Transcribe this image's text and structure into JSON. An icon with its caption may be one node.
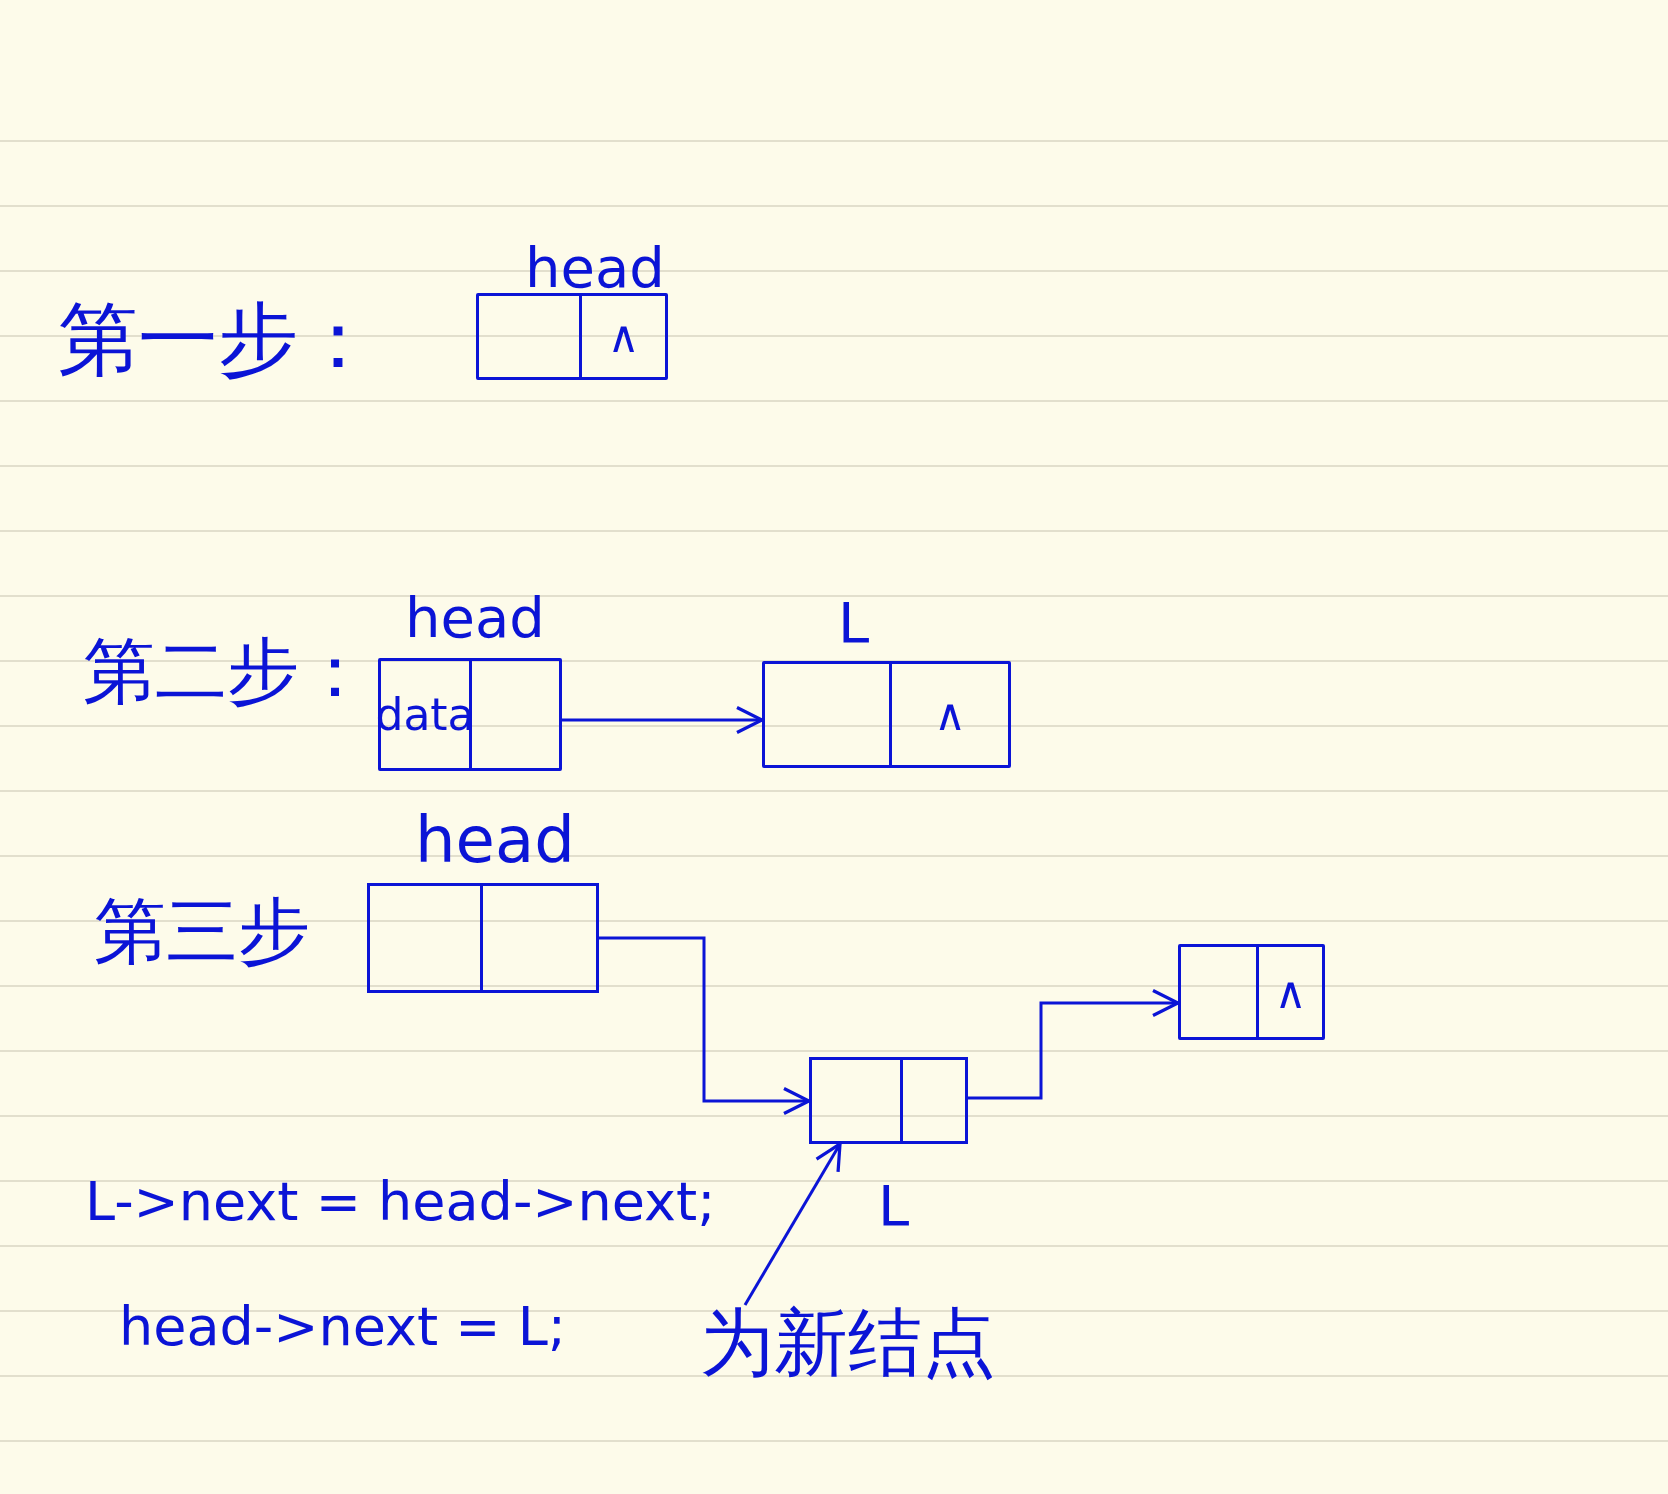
{
  "diagram": {
    "nodes": [
      {
        "text": [
          "∧"
        ],
        "beside": [
          "head"
        ]
      },
      {
        "text": [
          "data"
        ],
        "beside": [
          "head"
        ]
      },
      {
        "text": [
          "∧"
        ],
        "beside": [
          "L"
        ]
      },
      {
        "text": [],
        "shape": "box",
        "beside": [
          "head"
        ]
      },
      {
        "text": [],
        "shape": "box",
        "beside": [
          "L"
        ]
      },
      {
        "text": [
          "∧"
        ]
      },
      {
        "text": [
          "为新结点"
        ]
      }
    ],
    "edges": [
      {
        "from": 1,
        "to": 2,
        "arrow": "to"
      },
      {
        "from": 3,
        "to": 4,
        "arrow": "to"
      },
      {
        "from": 4,
        "to": 5,
        "arrow": "to"
      },
      {
        "from": 6,
        "to": 4,
        "arrow": "to"
      }
    ],
    "labels": [
      "第一步：",
      "第二步：",
      "第三步",
      "L->next = head->next;",
      "head->next = L;"
    ]
  }
}
